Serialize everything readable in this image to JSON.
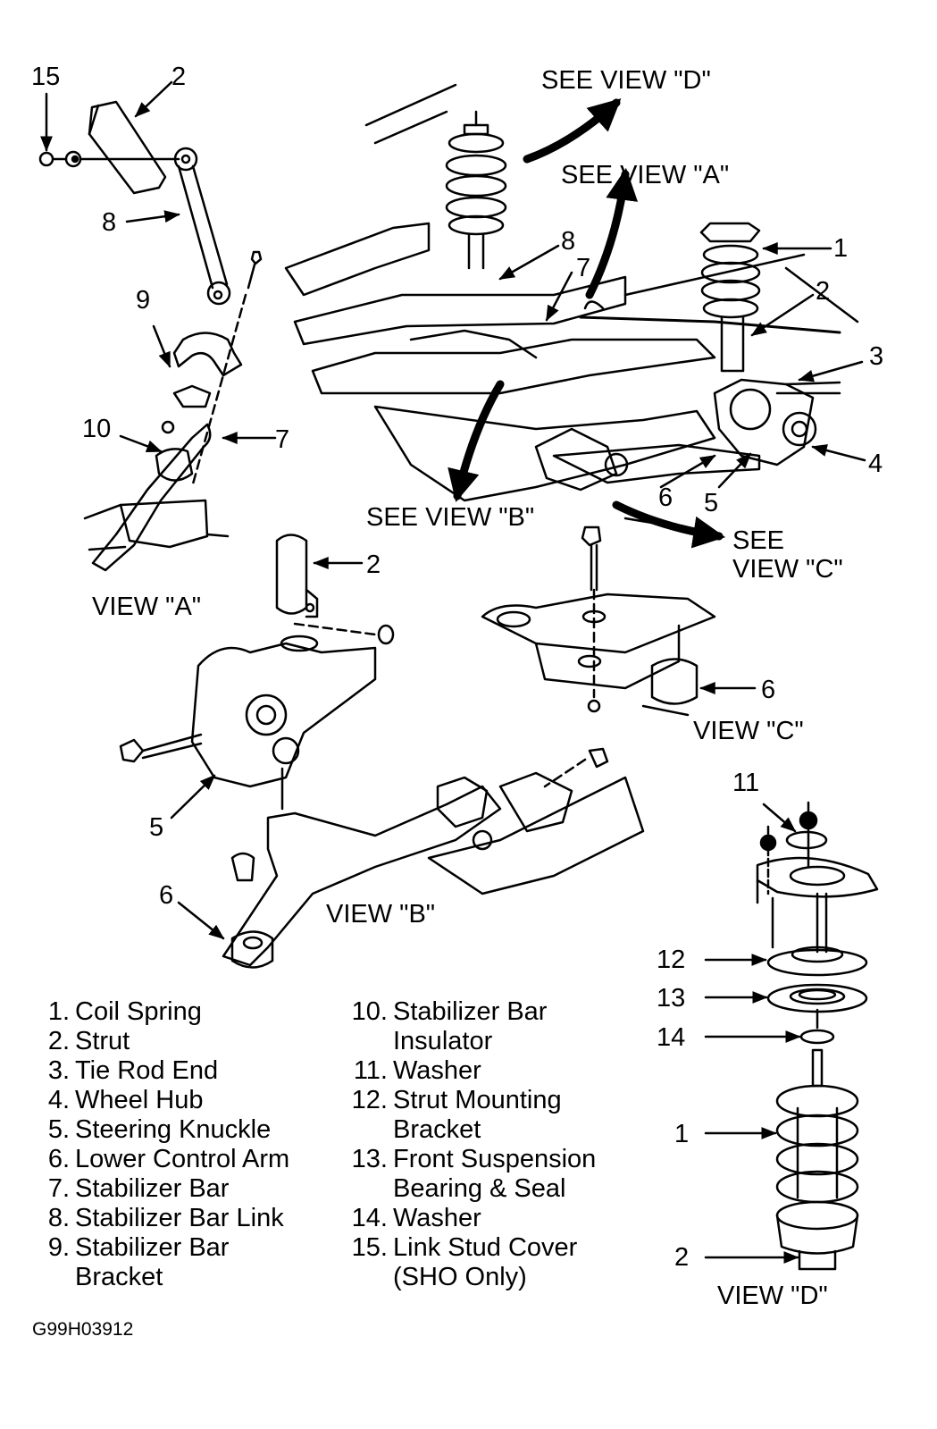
{
  "figure_code": "G99H03912",
  "callouts": {
    "a15": "15",
    "a2": "2",
    "a8": "8",
    "a9": "9",
    "a10": "10",
    "a7": "7",
    "m8": "8",
    "m7": "7",
    "m1": "1",
    "m2": "2",
    "m3": "3",
    "m4": "4",
    "m5": "5",
    "m6": "6",
    "b2": "2",
    "b5": "5",
    "b6": "6",
    "c6": "6",
    "d11": "11",
    "d12": "12",
    "d13": "13",
    "d14": "14",
    "d1": "1",
    "d2": "2"
  },
  "view_refs": {
    "see_d": "SEE VIEW \"D\"",
    "see_a": "SEE VIEW \"A\"",
    "see_b": "SEE VIEW \"B\"",
    "see_c": "SEE\nVIEW \"C\""
  },
  "view_titles": {
    "a": "VIEW \"A\"",
    "b": "VIEW \"B\"",
    "c": "VIEW \"C\"",
    "d": "VIEW \"D\""
  },
  "legend": {
    "left": [
      {
        "num": "1.",
        "text": "Coil Spring"
      },
      {
        "num": "2.",
        "text": "Strut"
      },
      {
        "num": "3.",
        "text": "Tie Rod End"
      },
      {
        "num": "4.",
        "text": "Wheel Hub"
      },
      {
        "num": "5.",
        "text": "Steering Knuckle"
      },
      {
        "num": "6.",
        "text": "Lower Control Arm"
      },
      {
        "num": "7.",
        "text": "Stabilizer Bar"
      },
      {
        "num": "8.",
        "text": "Stabilizer Bar Link"
      },
      {
        "num": "9.",
        "text": "Stabilizer Bar\nBracket"
      }
    ],
    "right": [
      {
        "num": "10.",
        "text": "Stabilizer Bar\nInsulator"
      },
      {
        "num": "11.",
        "text": "Washer"
      },
      {
        "num": "12.",
        "text": "Strut Mounting\nBracket"
      },
      {
        "num": "13.",
        "text": "Front Suspension\nBearing & Seal"
      },
      {
        "num": "14.",
        "text": "Washer"
      },
      {
        "num": "15.",
        "text": "Link Stud Cover\n(SHO Only)"
      }
    ]
  }
}
